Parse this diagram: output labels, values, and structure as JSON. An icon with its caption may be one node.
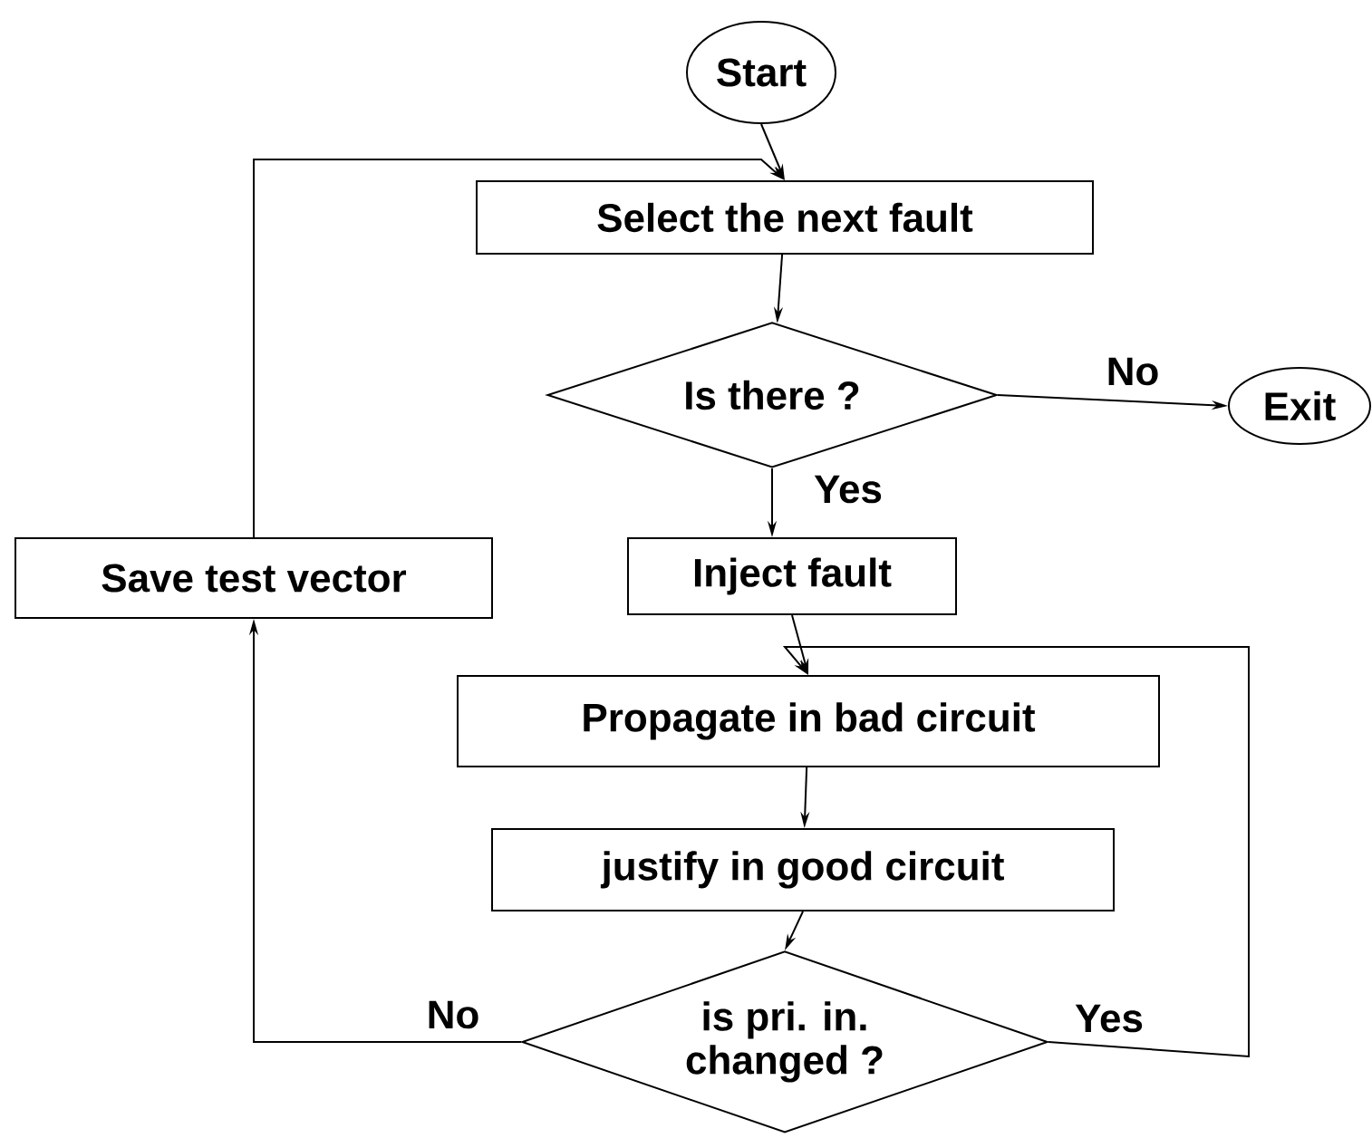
{
  "diagram": {
    "nodes": [
      {
        "text": [
          "Start"
        ]
      },
      {
        "text": [
          "Select the next fault"
        ]
      },
      {
        "text": [
          "Is there ?"
        ]
      },
      {
        "text": [
          "Exit"
        ]
      },
      {
        "text": [
          "Save test vector"
        ]
      },
      {
        "text": [
          "Inject fault"
        ]
      },
      {
        "text": [
          "Propagate in bad circuit"
        ]
      },
      {
        "text": [
          "justify in good circuit"
        ]
      },
      {
        "text": [
          "is pri. in. changed ?"
        ]
      }
    ],
    "edges": [
      {
        "from": 0,
        "to": 1,
        "arrow": "to"
      },
      {
        "from": 1,
        "to": 2,
        "arrow": "to"
      },
      {
        "from": 2,
        "to": 3,
        "arrow": "to",
        "label": "No"
      },
      {
        "from": 2,
        "to": 5,
        "arrow": "to",
        "label": "Yes"
      },
      {
        "from": 5,
        "to": 6,
        "arrow": "to"
      },
      {
        "from": 6,
        "to": 7,
        "arrow": "to"
      },
      {
        "from": 7,
        "to": 8,
        "arrow": "to"
      },
      {
        "from": 8,
        "to": 4,
        "arrow": "to",
        "label": "No"
      },
      {
        "from": 8,
        "to": 6,
        "arrow": "to",
        "label": "Yes"
      },
      {
        "from": 4,
        "to": 1,
        "arrow": "to"
      }
    ]
  }
}
